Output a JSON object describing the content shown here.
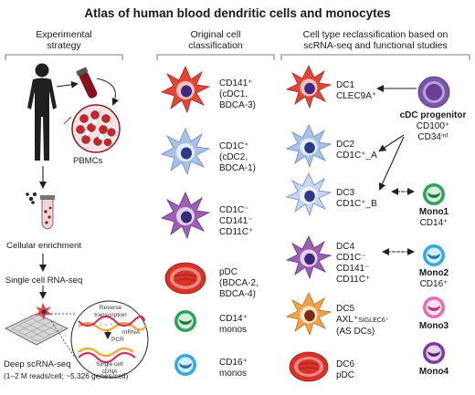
{
  "title": "Atlas of human blood dendritic cells and monocytes",
  "headers": {
    "experimental": [
      "Experimental",
      "strategy"
    ],
    "original": [
      "Original cell",
      "classification"
    ],
    "reclass": [
      "Cell type reclassification based on",
      "scRNA-seq and functional studies"
    ]
  },
  "strategy": {
    "pbmcs": "PBMCs",
    "enrichment": "Cellular enrichment",
    "single_cell": "Single cell RNA-seq",
    "deep_lines": [
      "Deep scRNA-seq",
      "(1–2 M reads/cell; ~5,326 genes/cell)"
    ],
    "inset": {
      "reverse": [
        "Reverse",
        "transcription"
      ],
      "mrna": "mRNA",
      "pcr": "PCR",
      "cdna": [
        "Single cell",
        "cDNA"
      ]
    }
  },
  "original": {
    "cd141": [
      "CD141⁺",
      "(cDC1,",
      "BDCA-3)"
    ],
    "cd1c": [
      "CD1C⁺",
      "(cDC2,",
      "BDCA-1)"
    ],
    "dn": [
      "CD1C⁻",
      "CD141⁻",
      "CD11C⁺"
    ],
    "pdc": [
      "pDC",
      "(BDCA-2,",
      "BDCA-4)"
    ],
    "cd14": [
      "CD14⁺",
      "monos"
    ],
    "cd16": [
      "CD16⁺",
      "monos"
    ]
  },
  "reclass": {
    "dc1": [
      "DC1",
      "CLEC9A⁺"
    ],
    "dc2": [
      "DC2",
      "CD1C⁺_A"
    ],
    "dc3": [
      "DC3",
      "CD1C⁺_B"
    ],
    "dc4": [
      "DC4",
      "CD1C⁻",
      "CD141⁻",
      "CD11C⁺"
    ],
    "dc5_name": "DC5",
    "dc5_axl": "AXL⁺",
    "dc5_siglec": "SIGLEC6⁺",
    "dc5_as": "(AS DCs)",
    "dc6": [
      "DC6",
      "pDC"
    ],
    "progenitor": [
      "cDC progenitor",
      "CD100⁺",
      "CD34ⁱⁿᵗ"
    ],
    "mono1": [
      "Mono1",
      "CD14⁺"
    ],
    "mono2": [
      "Mono2",
      "CD16⁺"
    ],
    "mono3": "Mono3",
    "mono4": "Mono4"
  },
  "colors": {
    "red_dc": "#e0473a",
    "blue_dc": "#a9c1e6",
    "purple_dc": "#9b5fb5",
    "orange_dc": "#f2a24d",
    "pdc_red": "#d8322a",
    "green_mono": "#2fa35a",
    "blue_mono": "#3aa8df",
    "pink_mono": "#e46fb0",
    "purple_mono": "#7b3aa8",
    "progenitor": "#7b55a8",
    "dna_orange": "#f4a52e"
  }
}
